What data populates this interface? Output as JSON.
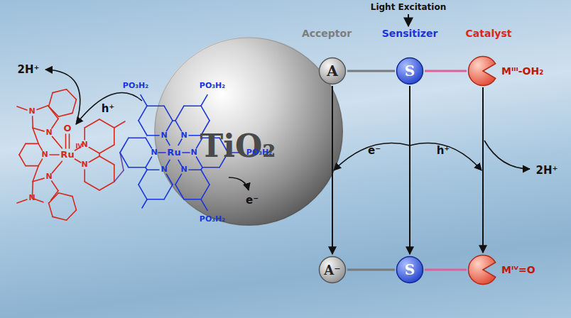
{
  "diagram": {
    "nodes": [
      {
        "text": [
          "TiO₂"
        ]
      },
      {
        "text": [
          "A"
        ]
      },
      {
        "text": [
          "S"
        ]
      },
      {
        "text": [
          "Mᴵᴵᴵ-OH₂"
        ]
      },
      {
        "text": [
          "A⁻"
        ]
      },
      {
        "text": [
          "S"
        ]
      },
      {
        "text": [
          "Mᴵⱽ=O"
        ]
      }
    ],
    "edges": [
      {
        "from": 1,
        "to": 2,
        "arrow": "none"
      },
      {
        "from": 2,
        "to": 3,
        "arrow": "none"
      },
      {
        "from": 4,
        "to": 5,
        "arrow": "none"
      },
      {
        "from": 5,
        "to": 6,
        "arrow": "none"
      },
      {
        "from": 1,
        "to": 4,
        "arrow": "to"
      },
      {
        "from": 2,
        "to": 5,
        "arrow": "to"
      },
      {
        "from": 3,
        "to": 6,
        "arrow": "to"
      }
    ],
    "labels": [
      "2H⁺",
      "h⁺",
      "O",
      "IV",
      "Ru",
      "N",
      "N",
      "N",
      "N",
      "N",
      "N",
      "N",
      "PO₃H₂",
      "PO₃H₂",
      "PO₃H₂",
      "PO₃H₂",
      "N",
      "N",
      "N",
      "N",
      "N",
      "N",
      "Ru",
      "e⁻",
      "Light Excitation",
      "Acceptor",
      "Sensitizer",
      "Catalyst",
      "e⁻",
      "h⁺",
      "2H⁺"
    ]
  }
}
